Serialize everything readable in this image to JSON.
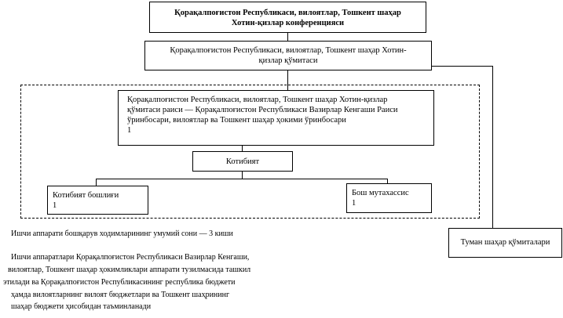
{
  "conference": {
    "line1": "Қорақалпоғистон Республикаси, вилоятлар, Тошкент шаҳар",
    "line2": "Хотин-қизлар конференцияси"
  },
  "committee": {
    "line1": "Қорақалпоғистон Республикаси, вилоятлар, Тошкент шаҳар Хотин-",
    "line2": "қизлар қўмитаси"
  },
  "chairman": {
    "line1": "Қорақалпоғистон Республикаси, вилоятлар, Тошкент шаҳар Хотин-қизлар",
    "line2": "қўмитаси раиси — Қорақалпоғистон Республикаси Вазирлар Кенгаши Раиси",
    "line3": "ўринбосари, вилоятлар ва Тошкент шаҳар ҳокими ўринбосари",
    "count": "1"
  },
  "secretariat": {
    "label": "Котибият"
  },
  "secretariat_head": {
    "label": "Котибият бошлиғи",
    "count": "1"
  },
  "chief_specialist": {
    "label": "Бош мутахассис",
    "count": "1"
  },
  "district_committees": {
    "label": "Туман шаҳар қўмиталари"
  },
  "notes": {
    "staff_total": "Ишчи аппарати бошқарув ходимларининг умумий сони — 3 киши",
    "funding_1": "Ишчи аппаратлари Қорақалпоғистон Республикаси Вазирлар Кенгаши,",
    "funding_2": "вилоятлар, Тошкент шаҳар ҳокимликлари аппарати тузилмасида ташкил",
    "funding_3": "этилади ва  Қорақалпоғистон Республикасининг республика бюджети",
    "funding_4": "ҳамда вилоятларнинг вилоят бюджетлари ва Тошкент шаҳрининг",
    "funding_5": "шаҳар бюджети ҳисобидан таъминланади"
  }
}
